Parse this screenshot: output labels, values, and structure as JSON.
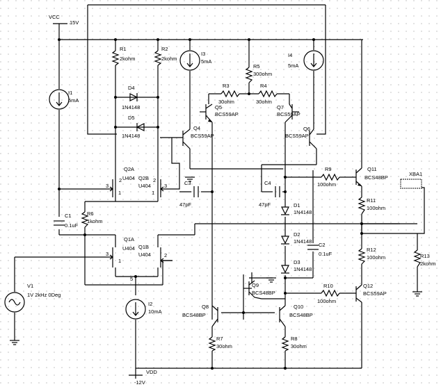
{
  "rails": {
    "vcc_label": "VCC",
    "vcc_value": "15V",
    "vdd_label": "VDD",
    "vdd_value": "-12V"
  },
  "sources": {
    "i1": {
      "ref": "I1",
      "value": "5mA"
    },
    "i2": {
      "ref": "I2",
      "value": "10mA"
    },
    "i3": {
      "ref": "I3",
      "value": "5mA"
    },
    "i4": {
      "ref": "I4",
      "value": "5mA"
    },
    "v1": {
      "ref": "V1",
      "value": "1V 2kHz 0Deg"
    }
  },
  "resistors": {
    "r1": {
      "ref": "R1",
      "value": "2kohm"
    },
    "r2": {
      "ref": "R2",
      "value": "2kohm"
    },
    "r3": {
      "ref": "R3",
      "value": "30ohm"
    },
    "r4": {
      "ref": "R4",
      "value": "30ohm"
    },
    "r5": {
      "ref": "R5",
      "value": "300ohm"
    },
    "r6": {
      "ref": "R6",
      "value": "1kohm"
    },
    "r7": {
      "ref": "R7",
      "value": "30ohm"
    },
    "r8": {
      "ref": "R8",
      "value": "30ohm"
    },
    "r9": {
      "ref": "R9",
      "value": "100ohm"
    },
    "r10": {
      "ref": "R10",
      "value": "100ohm"
    },
    "r11": {
      "ref": "R11",
      "value": "100ohm"
    },
    "r12": {
      "ref": "R12",
      "value": "100ohm"
    },
    "r13": {
      "ref": "R13",
      "value": "2kohm"
    }
  },
  "capacitors": {
    "c1": {
      "ref": "C1",
      "value": "0.1uF"
    },
    "c2": {
      "ref": "C2",
      "value": "0.1uF"
    },
    "c3": {
      "ref": "C3",
      "value": "47pF"
    },
    "c4": {
      "ref": "C4",
      "value": "47pF"
    }
  },
  "diodes": {
    "d1": {
      "ref": "D1",
      "value": "1N4148"
    },
    "d2": {
      "ref": "D2",
      "value": "1N4148"
    },
    "d3": {
      "ref": "D3",
      "value": "1N4148"
    },
    "d4": {
      "ref": "D4",
      "value": "1N4148"
    },
    "d5": {
      "ref": "D5",
      "value": "1N4148"
    }
  },
  "transistors": {
    "q2a": {
      "ref": "Q2A",
      "part": "U404"
    },
    "q2b": {
      "ref": "Q2B",
      "part": "U404"
    },
    "q1a": {
      "ref": "Q1A",
      "part": "U404"
    },
    "q1b": {
      "ref": "Q1B",
      "part": "U404"
    },
    "q4": {
      "ref": "Q4",
      "part": "BCS59AP"
    },
    "q5": {
      "ref": "Q5",
      "part": "BCS59AP"
    },
    "q6": {
      "ref": "Q6",
      "part": "BCS59AP"
    },
    "q7": {
      "ref": "Q7",
      "part": "BCS59AP"
    },
    "q8": {
      "ref": "Q8",
      "part": "BCS48BP"
    },
    "q9": {
      "ref": "Q9",
      "part": "BCS48BP"
    },
    "q10": {
      "ref": "Q10",
      "part": "BCS48BP"
    },
    "q11": {
      "ref": "Q11",
      "part": "BCS48BP"
    },
    "q12": {
      "ref": "Q12",
      "part": "BCS59AP"
    }
  },
  "probe": {
    "ref": "XBA1"
  },
  "pins": {
    "p3": "3",
    "p2": "2",
    "p1": "1",
    "p5": "5"
  }
}
